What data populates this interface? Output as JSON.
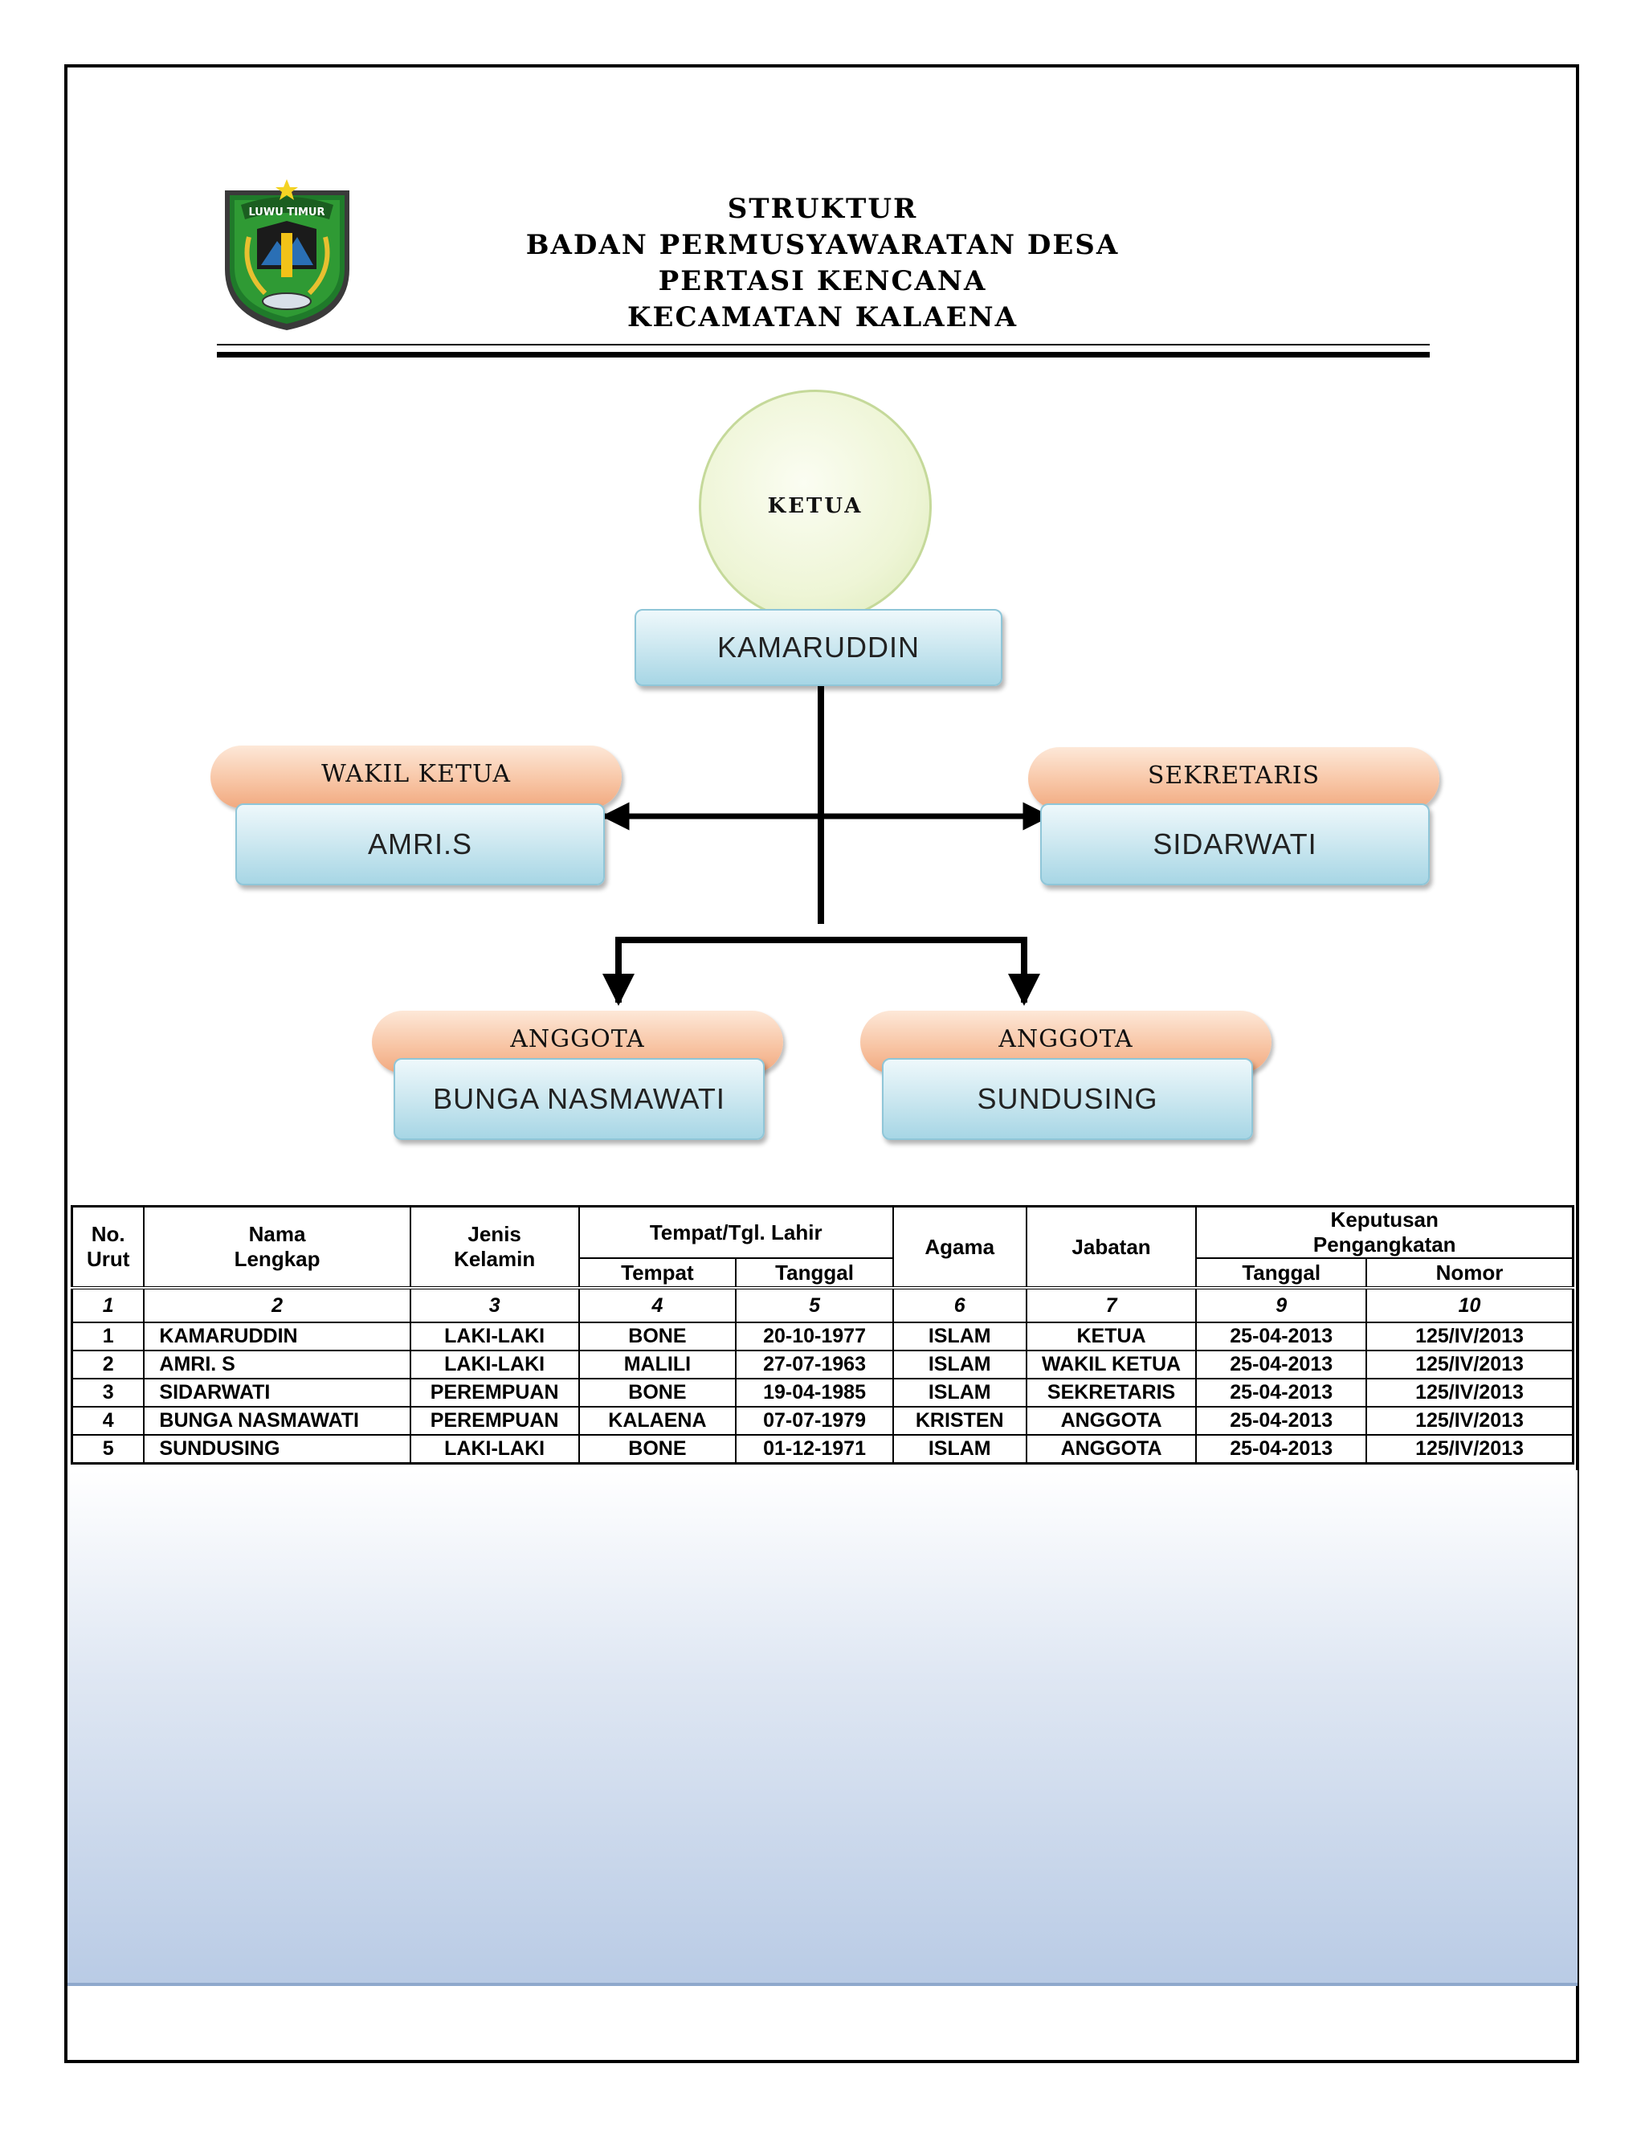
{
  "header": {
    "logo_text": "LUWU TIMUR",
    "title_lines": [
      "STRUKTUR",
      "BADAN PERMUSYAWARATAN DESA",
      "PERTASI KENCANA",
      "KECAMATAN KALAENA"
    ]
  },
  "org_chart": {
    "ketua": {
      "role": "KETUA",
      "name": "KAMARUDDIN"
    },
    "wakil": {
      "role": "WAKIL KETUA",
      "name": "AMRI.S"
    },
    "sekretaris": {
      "role": "SEKRETARIS",
      "name": "SIDARWATI"
    },
    "anggota1": {
      "role": "ANGGOTA",
      "name": "BUNGA NASMAWATI"
    },
    "anggota2": {
      "role": "ANGGOTA",
      "name": "SUNDUSING"
    }
  },
  "table": {
    "headers": {
      "no_urut": "No. Urut",
      "no": "No.",
      "urut": "Urut",
      "nama": "Nama",
      "lengkap": "Lengkap",
      "jenis": "Jenis",
      "kelamin": "Kelamin",
      "tempat_tgl_lahir": "Tempat/Tgl. Lahir",
      "tempat": "Tempat",
      "tanggal": "Tanggal",
      "agama": "Agama",
      "jabatan": "Jabatan",
      "keputusan": "Keputusan",
      "pengangkatan": "Pengangkatan",
      "kep_tanggal": "Tanggal",
      "kep_nomor": "Nomor"
    },
    "column_numbers": [
      "1",
      "2",
      "3",
      "4",
      "5",
      "6",
      "7",
      "9",
      "10"
    ],
    "rows": [
      [
        "1",
        "KAMARUDDIN",
        "LAKI-LAKI",
        "BONE",
        "20-10-1977",
        "ISLAM",
        "KETUA",
        "25-04-2013",
        "125/IV/2013"
      ],
      [
        "2",
        "AMRI. S",
        "LAKI-LAKI",
        "MALILI",
        "27-07-1963",
        "ISLAM",
        "WAKIL KETUA",
        "25-04-2013",
        "125/IV/2013"
      ],
      [
        "3",
        "SIDARWATI",
        "PEREMPUAN",
        "BONE",
        "19-04-1985",
        "ISLAM",
        "SEKRETARIS",
        "25-04-2013",
        "125/IV/2013"
      ],
      [
        "4",
        "BUNGA NASMAWATI",
        "PEREMPUAN",
        "KALAENA",
        "07-07-1979",
        "KRISTEN",
        "ANGGOTA",
        "25-04-2013",
        "125/IV/2013"
      ],
      [
        "5",
        "SUNDUSING",
        "LAKI-LAKI",
        "BONE",
        "01-12-1971",
        "ISLAM",
        "ANGGOTA",
        "25-04-2013",
        "125/IV/2013"
      ]
    ]
  }
}
